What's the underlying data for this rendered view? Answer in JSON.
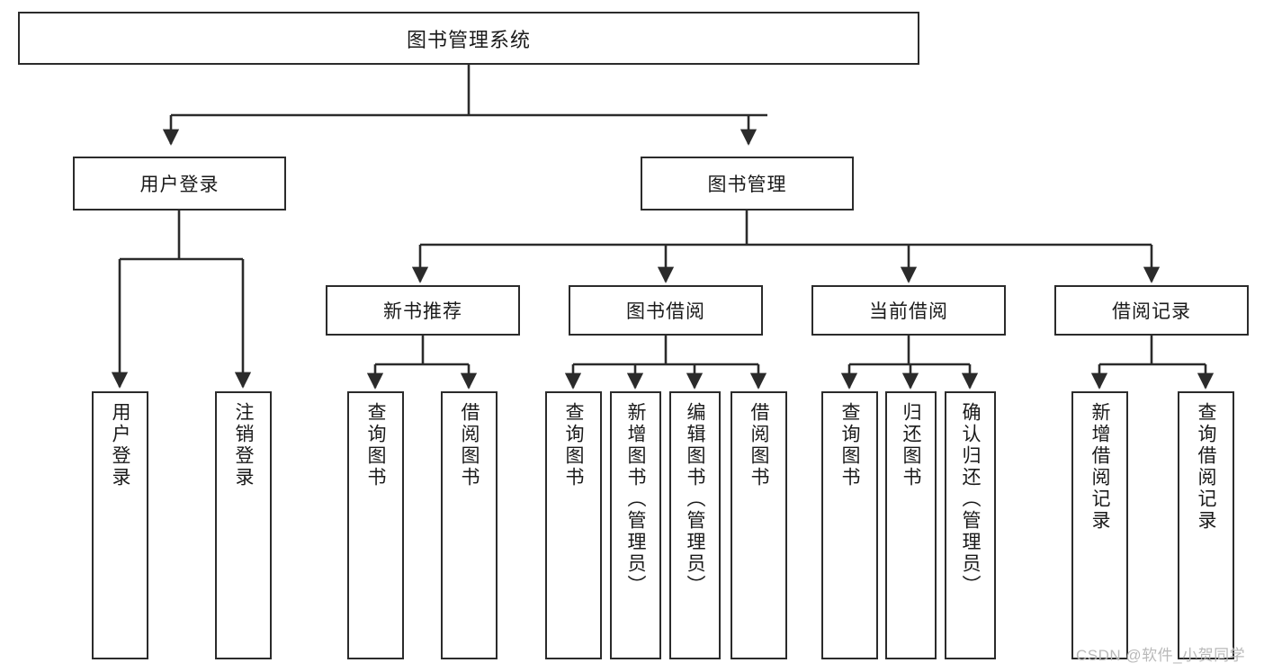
{
  "diagram": {
    "title": "图书管理系统",
    "type": "hierarchy-tree",
    "root": {
      "id": "root",
      "label": "图书管理系统"
    },
    "level2": [
      {
        "id": "user-login",
        "label": "用户登录"
      },
      {
        "id": "book-management",
        "label": "图书管理"
      }
    ],
    "level3": [
      {
        "id": "new-book-recommend",
        "label": "新书推荐",
        "parent": "book-management"
      },
      {
        "id": "book-borrow",
        "label": "图书借阅",
        "parent": "book-management"
      },
      {
        "id": "current-borrow",
        "label": "当前借阅",
        "parent": "book-management"
      },
      {
        "id": "borrow-record",
        "label": "借阅记录",
        "parent": "book-management"
      }
    ],
    "leaves": [
      {
        "id": "leaf-user-login",
        "label": "用户登录",
        "parent": "user-login"
      },
      {
        "id": "leaf-logout-login",
        "label": "注销登录",
        "parent": "user-login"
      },
      {
        "id": "leaf-query-book-1",
        "label": "查询图书",
        "parent": "new-book-recommend"
      },
      {
        "id": "leaf-borrow-book-1",
        "label": "借阅图书",
        "parent": "new-book-recommend"
      },
      {
        "id": "leaf-query-book-2",
        "label": "查询图书",
        "parent": "book-borrow"
      },
      {
        "id": "leaf-add-book",
        "label": "新增图书（管理员）",
        "parent": "book-borrow"
      },
      {
        "id": "leaf-edit-book",
        "label": "编辑图书（管理员）",
        "parent": "book-borrow"
      },
      {
        "id": "leaf-borrow-book-2",
        "label": "借阅图书",
        "parent": "book-borrow"
      },
      {
        "id": "leaf-query-book-3",
        "label": "查询图书",
        "parent": "current-borrow"
      },
      {
        "id": "leaf-return-book",
        "label": "归还图书",
        "parent": "current-borrow"
      },
      {
        "id": "leaf-confirm-return",
        "label": "确认归还（管理员）",
        "parent": "current-borrow"
      },
      {
        "id": "leaf-add-record",
        "label": "新增借阅记录",
        "parent": "borrow-record"
      },
      {
        "id": "leaf-query-record",
        "label": "查询借阅记录",
        "parent": "borrow-record"
      }
    ],
    "watermark": "CSDN @软件_小贺同学",
    "colors": {
      "box_border": "#2b2b2b",
      "box_fill": "#ffffff",
      "connector": "#2b2b2b",
      "text": "#1a1a1a",
      "watermark": "#b9b9b9",
      "background": "#ffffff"
    }
  }
}
